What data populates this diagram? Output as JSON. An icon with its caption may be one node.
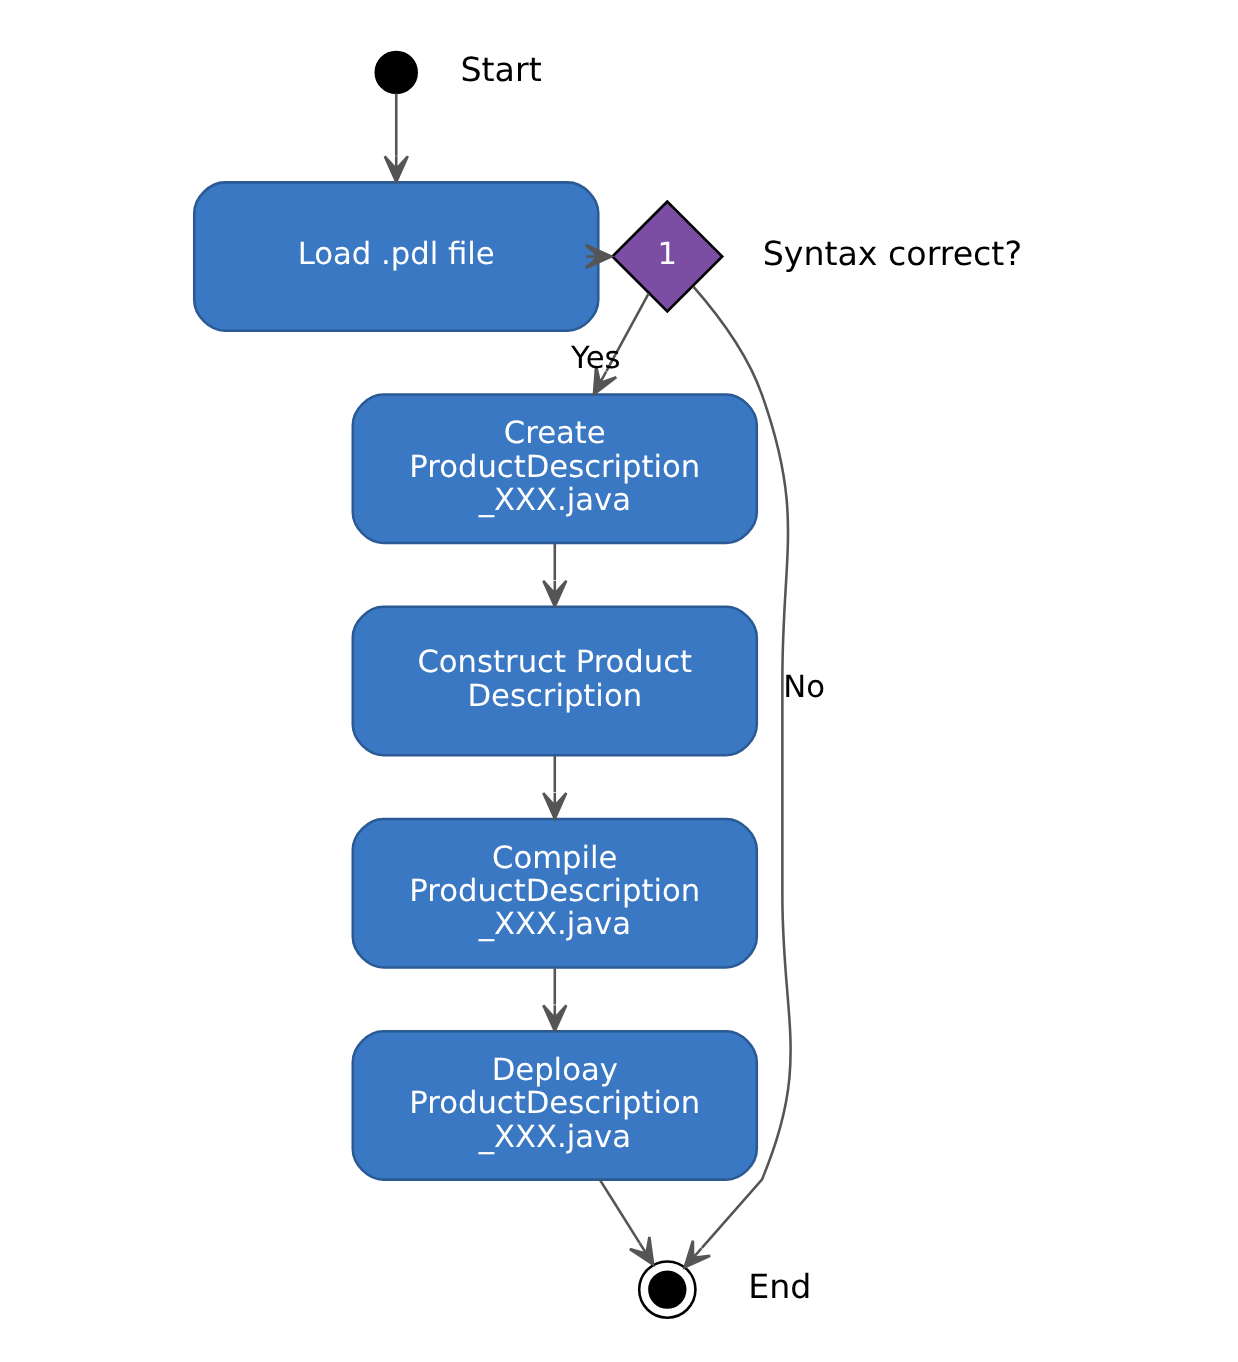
{
  "diagram": {
    "nodes": [
      {
        "text": [],
        "shape": "circle",
        "beside": [
          "Start"
        ]
      },
      {
        "text": [
          "Load .pdl file"
        ]
      },
      {
        "text": [
          "1"
        ],
        "beside": [
          "Syntax correct?"
        ]
      },
      {
        "text": [
          "Create ProductDescription _XXX.java"
        ]
      },
      {
        "text": [
          "Construct Product Description"
        ]
      },
      {
        "text": [
          "Compile ProductDescription _XXX.java"
        ]
      },
      {
        "text": [
          "Deploay ProductDescription _XXX.java"
        ]
      },
      {
        "text": [],
        "shape": "circle",
        "beside": [
          "End"
        ]
      }
    ],
    "edges": [
      {
        "from": 0,
        "to": 1,
        "arrow": "to"
      },
      {
        "from": 1,
        "to": 2,
        "arrow": "to"
      },
      {
        "from": 2,
        "to": 3,
        "arrow": "to",
        "label": "Yes"
      },
      {
        "from": 2,
        "to": 7,
        "arrow": "to",
        "label": "No"
      },
      {
        "from": 3,
        "to": 4,
        "arrow": "to"
      },
      {
        "from": 4,
        "to": 5,
        "arrow": "to"
      },
      {
        "from": 5,
        "to": 6,
        "arrow": "to"
      },
      {
        "from": 6,
        "to": 7,
        "arrow": "to"
      }
    ]
  }
}
